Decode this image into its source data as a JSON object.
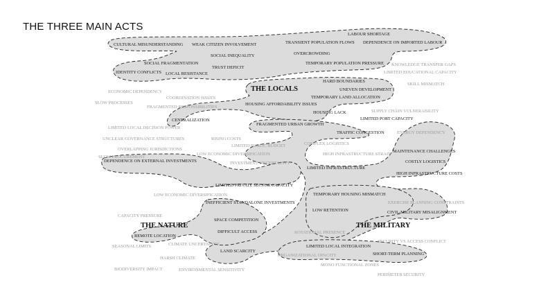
{
  "title": "THE THREE MAIN ACTS",
  "acts": [
    "THE LOCALS",
    "THE NATURE",
    "THE MILITARY"
  ],
  "labels": {
    "labour_shortage": "LABOUR SHORTAGE",
    "cultural_misunderstanding": "CULTURAL MISUNDERSTANDING",
    "weak_citizen_involvement": "WEAK CITIZEN INVOLVEMENT",
    "transient_population_flows": "TRANSIENT POPULATION FLOWS",
    "dependence_on_imported_labour": "DEPENDENCE ON IMPORTED LABOUR",
    "social_inequality": "SOCIAL INEQUALITY",
    "overcrowding": "OVERCROWDING",
    "social_fragmentation": "SOCIAL FRAGMENTATION",
    "temporary_population_pressure": "TEMPORARY POPULATION PRESSURE",
    "knowledge_transfer_gaps": "KNOWLEDGE TRANSFER GAPS",
    "trust_deficit": "TRUST DEFICIT",
    "identity_conflicts": "IDENTITY CONFLICTS",
    "local_resistance": "LOCAL RESISTANCE",
    "limited_educational_capacity": "LIMITED EDUCATIONAL CAPACITY",
    "hard_boundaries": "HARD BOUNDARIES",
    "skill_mismatch": "SKILL MISMATCH",
    "economic_dependency": "ECONOMIC DEPENDENCY",
    "uneven_development": "UNEVEN DEVELOPMENT",
    "coordination_issues": "COORDINATION ISSUES",
    "temporary_land_allocation": "TEMPORARY LAND ALLOCATION",
    "slow_processes": "SLOW PROCESSES",
    "housing_affordability_issues": "HOUSING AFFORDABILITY ISSUES",
    "fragmented_responsibilities": "FRAGMENTED RESPONSIBILITIES",
    "supply_chain_vulnerability": "SUPPLY CHAIN VULNERABILITY",
    "housing_lack": "HOUSING LACK",
    "centralization": "CENTRALIZATION",
    "limited_port_capacity": "LIMITED PORT CAPACITY",
    "fragmented_urban_growth": "FRAGMENTED URBAN GROWTH",
    "limited_local_decision_power": "LIMITED LOCAL DECISION POWER",
    "energy_dependency": "ENERGY DEPENDENCY",
    "traffic_congestion": "TRAFFIC CONGESTION",
    "unclear_governance_structures": "UNCLEAR GOVERNANCE STRUCTURES",
    "rising_costs": "RISING COSTS",
    "limited_public_budget": "LIMITED PUBLIC BUDGET",
    "complex_logistics": "COMPLEX LOGISTICS",
    "overlapping_jurisdictions": "OVERLAPPING JURISDICTIONS",
    "low_economic_diversification": "LOW ECONOMIC DIVERSIFICATION",
    "high_infrastructure_strain": "HIGH INFRASTRUCTURE STRAIN",
    "maintenance_challenges": "MAINTENANCE CHALLENGES",
    "slow_procurement": "SLOW PROCUREMENT",
    "costly_logistics": "COSTLY LOGISTICS",
    "investment_uncertainty": "INVESTMENT UNCERTAINTY",
    "dependence_on_external_investments": "DEPENDENCE ON EXTERNAL INVESTMENTS",
    "limited_infrastructure": "LIMITED INFRASTRUCTURE",
    "high_infrastructure_costs": "HIGH INFRASTRUCTURE COSTS",
    "limited_private_sector_capacity": "LIMITED PRIVATE SECTOR CAPACITY",
    "temporary_housing_mismatch": "TEMPORARY HOUSING MISMATCH",
    "low_economic_diversification_2": "LOW ECONOMIC DIVERSIFICATION",
    "exercise_planning_constraints": "EXERCISE PLANNING CONSTRAINTS",
    "inefficient_standalone_investments": "INEFFICIENT STANDALONE INVESTMENTS",
    "low_retention": "LOW RETENTION",
    "civil_military_misalignment": "CIVIL-MILITARY MISALIGNMENT",
    "capacity_pressure": "CAPACITY PRESSURE",
    "space_competition": "SPACE COMPETITION",
    "difficult_access": "DIFFICULT ACCESS",
    "rotational_presence": "ROTATIONAL PRESENCE",
    "remote_location": "REMOTE LOCATION",
    "security_vs_access_conflict": "SECURITY VS ACCESS CONFLICT",
    "climate_uncertainty": "CLIMATE UNCERTAINTY",
    "seasonal_limits": "SEASONAL LIMITS",
    "limited_local_integration": "LIMITED LOCAL INTEGRATION",
    "land_scarcity": "LAND SCARCITY",
    "short_term_planning": "SHORT-TERM PLANNING",
    "harsh_climate": "HARSH CLIMATE",
    "organizational_opacity": "ORGANIZATIONAL OPACITY",
    "mono_functional_zones": "MONO FUNCTIONAL ZONES",
    "biodiversity_impact": "BIODIVERSITY IMPACT",
    "environmental_sensitivity": "ENVIRONMENTAL SENSITIVITY",
    "perimeter_security": "PERIMETER SECURITY"
  }
}
